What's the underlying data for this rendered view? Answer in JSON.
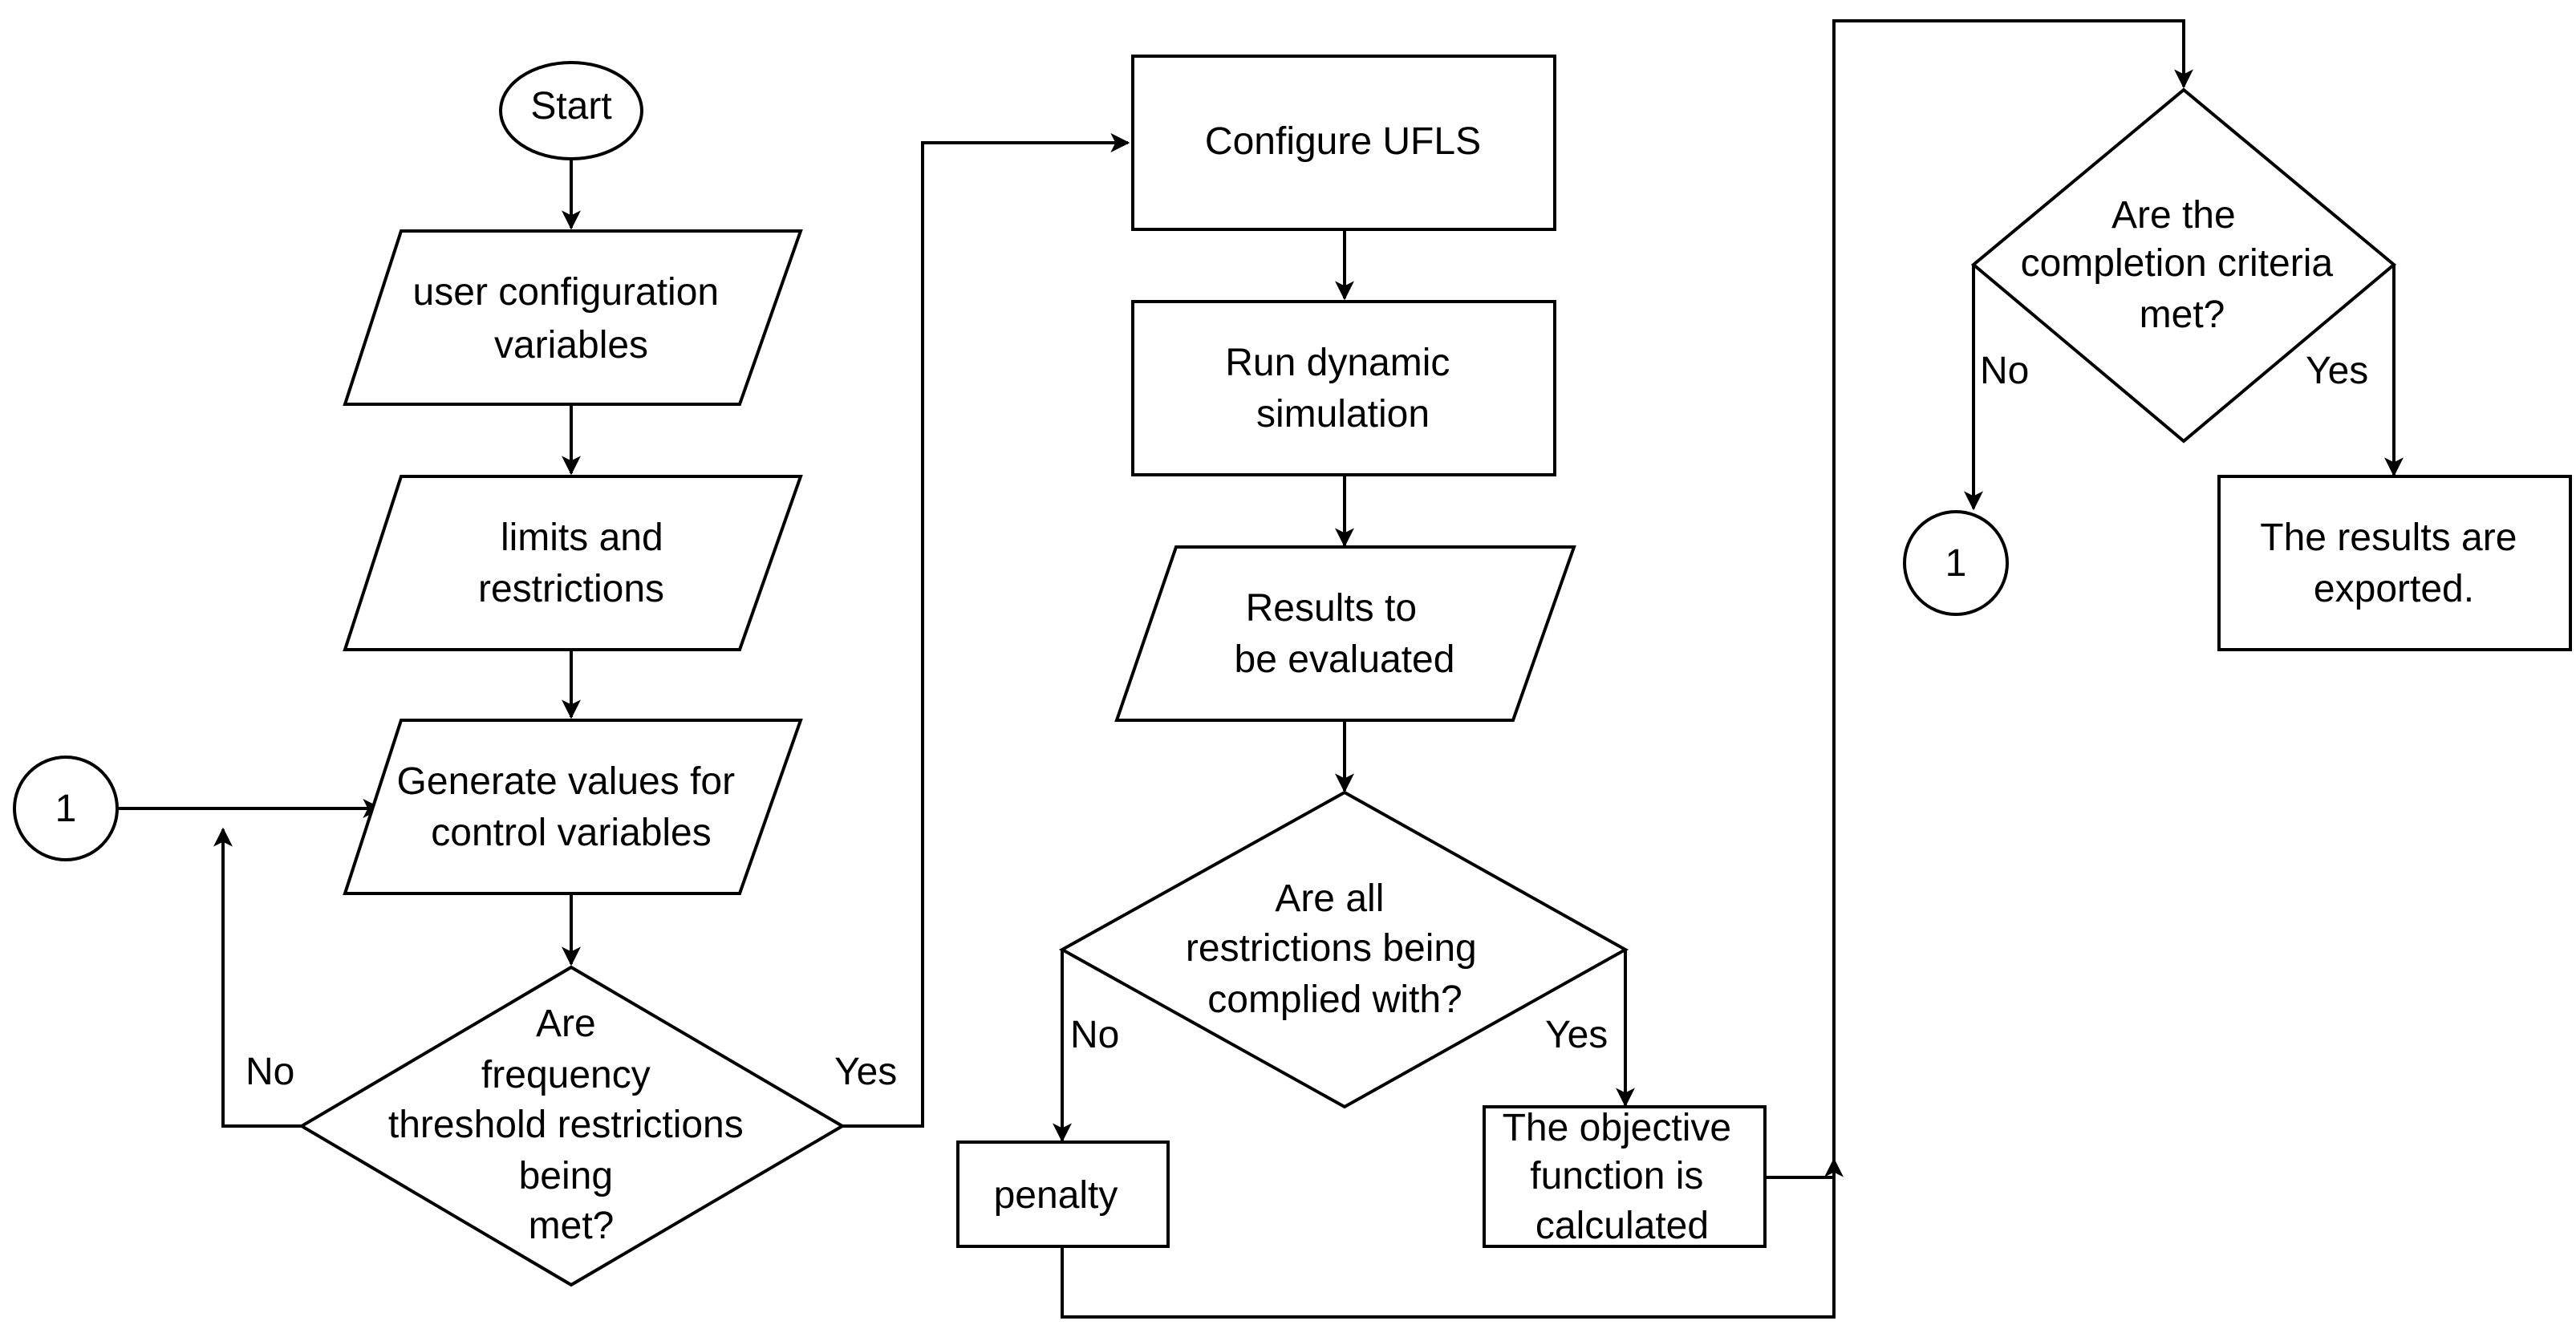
{
  "diagram": {
    "nodes": {
      "start": {
        "lines": [
          "Start"
        ]
      },
      "user_config": {
        "lines": [
          "user configuration",
          "variables"
        ]
      },
      "limits": {
        "lines": [
          "limits and",
          "restrictions"
        ]
      },
      "generate": {
        "lines": [
          "Generate values for",
          "control variables"
        ]
      },
      "connector_left": {
        "lines": [
          "1"
        ]
      },
      "freq_decision": {
        "lines": [
          "Are",
          "frequency",
          "threshold restrictions",
          "being",
          "met?"
        ]
      },
      "configure": {
        "lines": [
          "Configure UFLS"
        ]
      },
      "run_sim": {
        "lines": [
          "Run dynamic",
          "simulation"
        ]
      },
      "results_eval": {
        "lines": [
          "Results to",
          "be evaluated"
        ]
      },
      "restr_decision": {
        "lines": [
          "Are all",
          "restrictions being",
          "complied with?"
        ]
      },
      "penalty": {
        "lines": [
          "penalty"
        ]
      },
      "objective": {
        "lines": [
          "The objective",
          "function is",
          "calculated"
        ]
      },
      "completion_decision": {
        "lines": [
          "Are the",
          "completion criteria",
          "met?"
        ]
      },
      "connector_right": {
        "lines": [
          "1"
        ]
      },
      "exported": {
        "lines": [
          "The results are",
          "exported."
        ]
      }
    },
    "edge_labels": {
      "freq_no": "No",
      "freq_yes": "Yes",
      "restr_no": "No",
      "restr_yes": "Yes",
      "completion_no": "No",
      "completion_yes": "Yes"
    }
  }
}
